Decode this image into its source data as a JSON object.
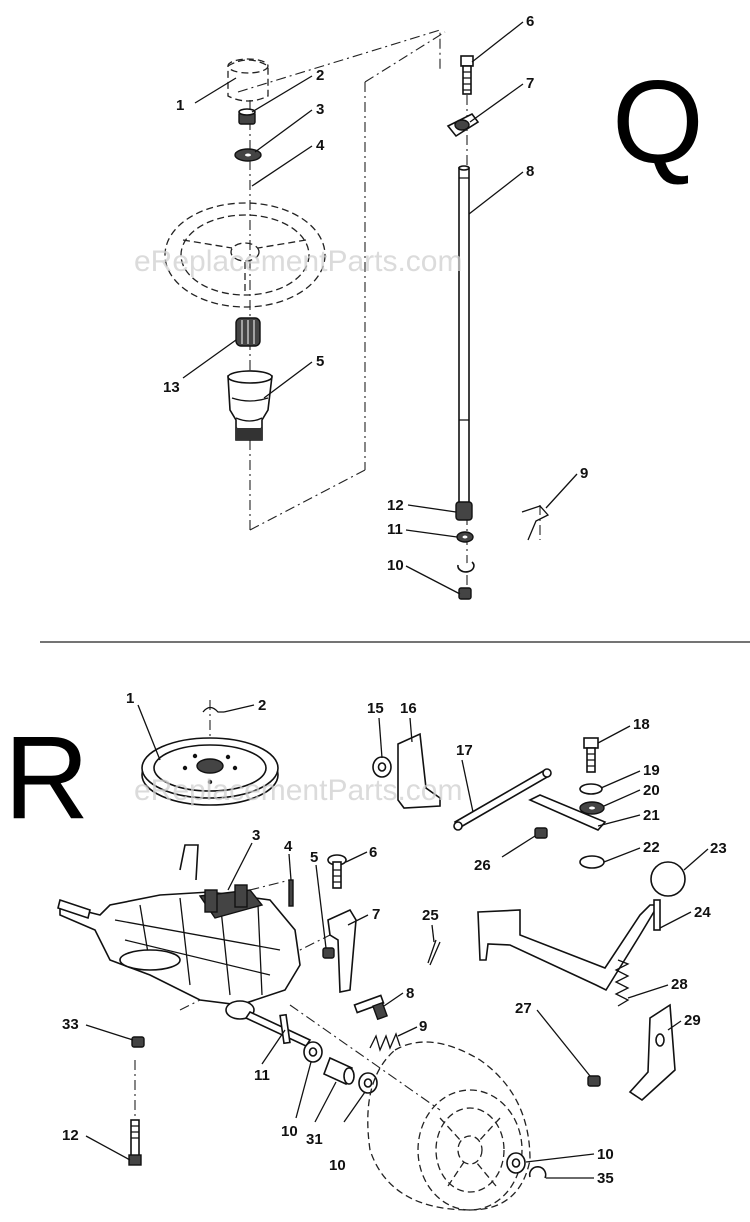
{
  "watermark": "eReplacementParts.com",
  "sections": [
    {
      "letter": "Q",
      "callouts": [
        "1",
        "2",
        "3",
        "4",
        "13",
        "5",
        "6",
        "7",
        "8",
        "9",
        "12",
        "11",
        "10"
      ]
    },
    {
      "letter": "R",
      "callouts": [
        "1",
        "2",
        "3",
        "4",
        "5",
        "6",
        "7",
        "8",
        "9",
        "10",
        "31",
        "10",
        "11",
        "12",
        "33",
        "15",
        "16",
        "17",
        "18",
        "19",
        "20",
        "21",
        "22",
        "23",
        "24",
        "25",
        "26",
        "27",
        "28",
        "29",
        "10",
        "35"
      ]
    }
  ]
}
